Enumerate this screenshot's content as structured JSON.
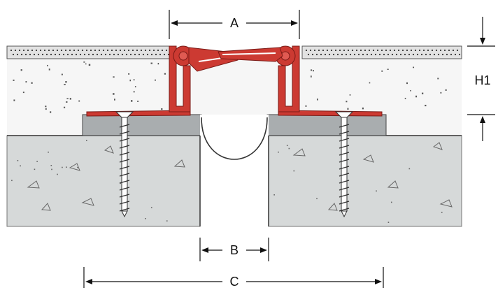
{
  "labels": {
    "gap_width": "A",
    "joint_width": "B",
    "overall_width": "C",
    "height": "H1"
  },
  "colors": {
    "profile_red": "#cc3a32",
    "profile_red_dark": "#8a1f1a",
    "concrete": "#d7d9d9",
    "concrete_edge": "#9fa3a3",
    "screed": "#f4f4f4",
    "tile": "#dcdcdc",
    "mortar_bed": "#a9adaf",
    "screw": "#ffffff",
    "line": "#111111"
  }
}
